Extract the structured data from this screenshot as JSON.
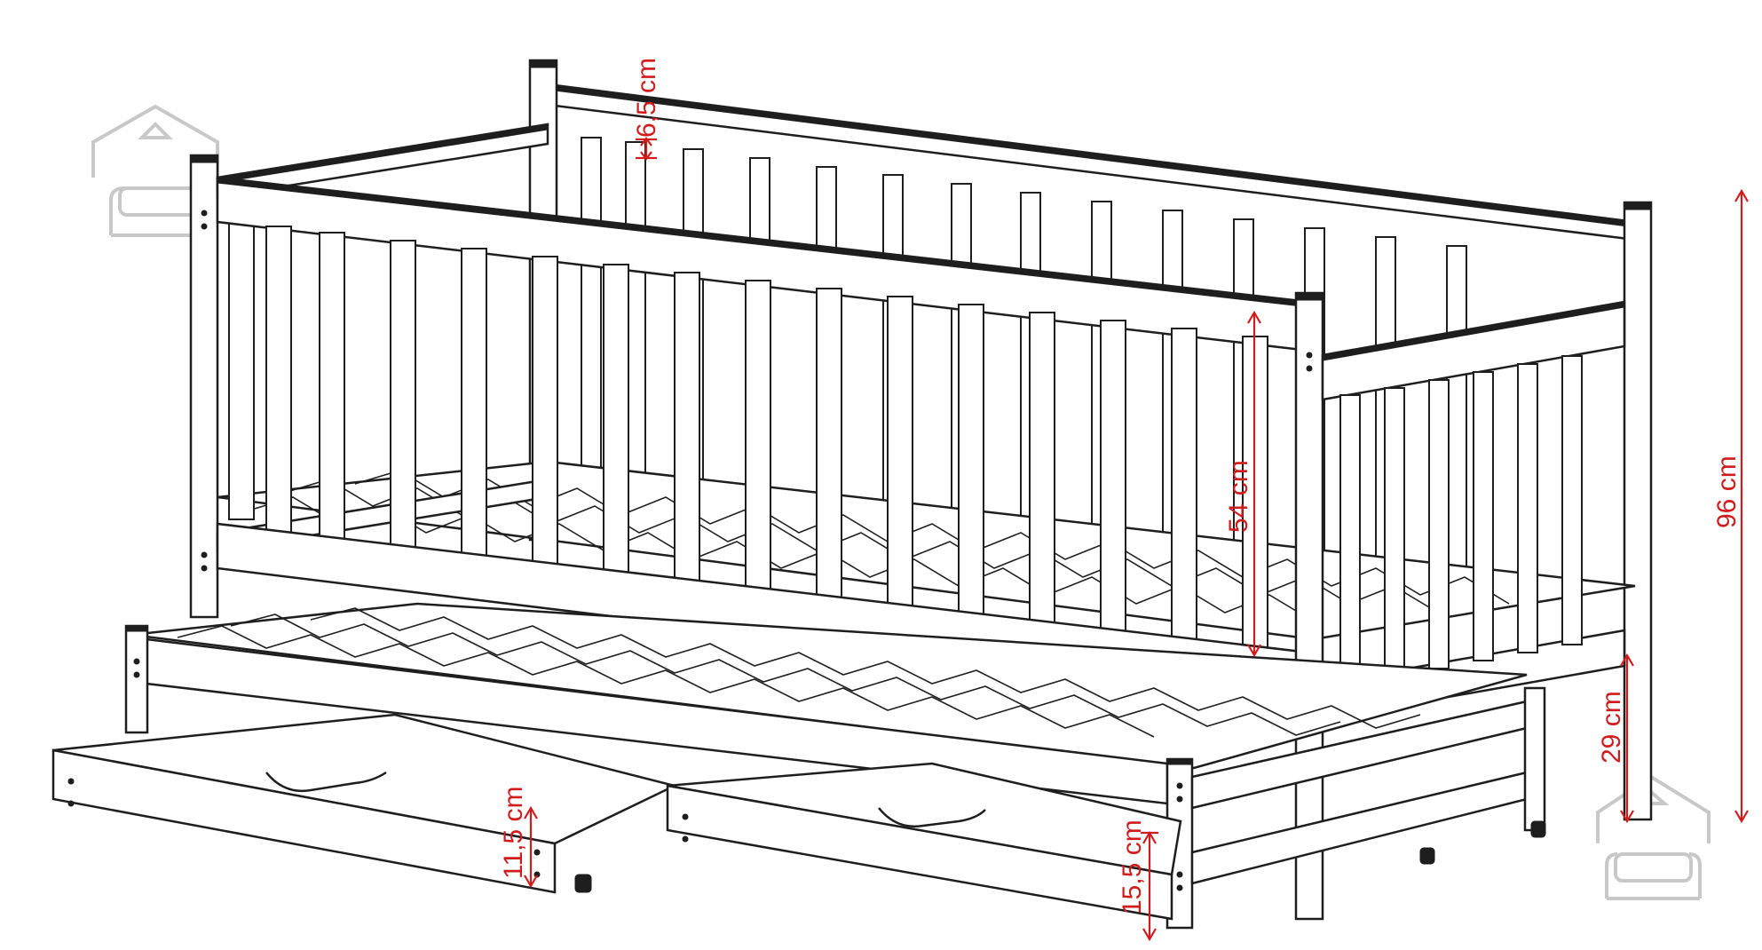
{
  "diagram": {
    "subject": "child bed with trundle and two storage drawers",
    "line_color": "#1e1e1e",
    "dimension_color": "#d01c1c",
    "logo_color": "#c8c8c8",
    "dimensions": {
      "rail_height": "6,5 cm",
      "side_height": "54 cm",
      "total_height": "96 cm",
      "clearance": "29 cm",
      "drawer_height": "11,5 cm",
      "trundle_height": "15,5 cm"
    },
    "logos": [
      "house-sofa-logo-top-left",
      "house-sofa-logo-bottom-right"
    ]
  }
}
